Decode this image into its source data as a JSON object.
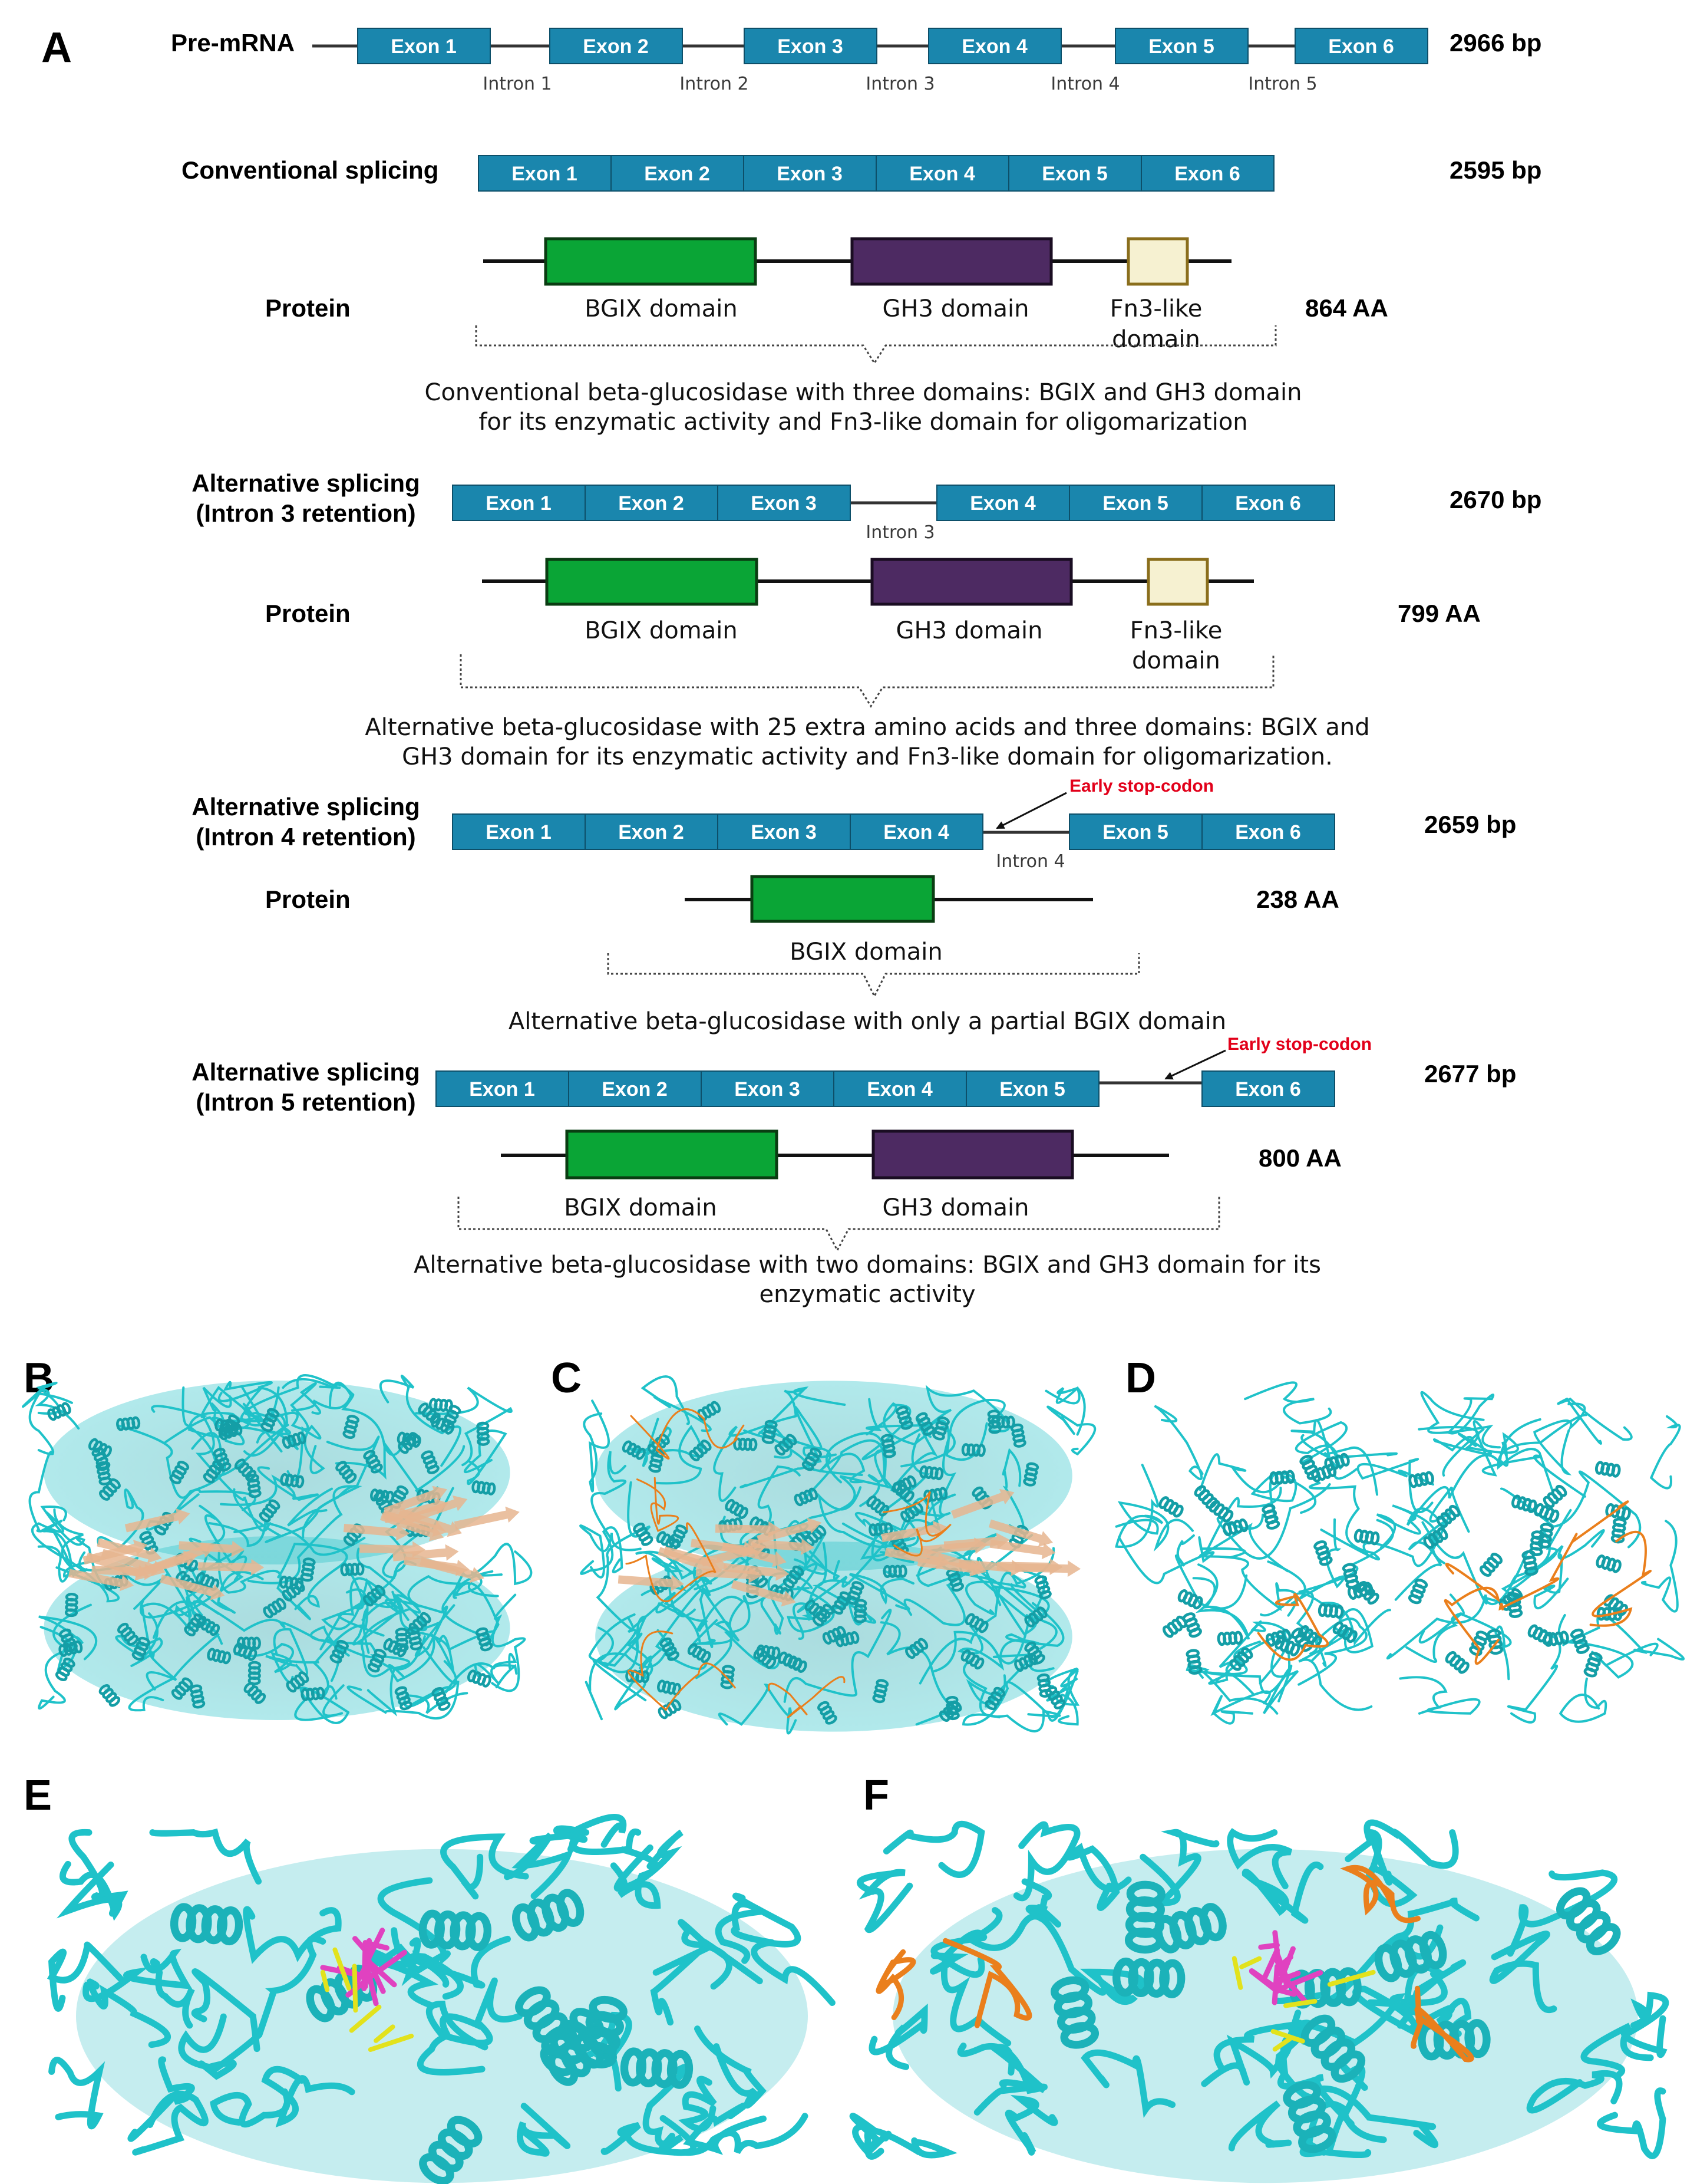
{
  "panel_letters": {
    "a": "A",
    "b": "B",
    "c": "C",
    "d": "D",
    "e": "E",
    "f": "F"
  },
  "premrna": {
    "label": "Pre-mRNA",
    "size": "2966 bp",
    "exons": [
      "Exon 1",
      "Exon 2",
      "Exon 3",
      "Exon 4",
      "Exon 5",
      "Exon 6"
    ],
    "introns": [
      "Intron 1",
      "Intron 2",
      "Intron 3",
      "Intron 4",
      "Intron 5"
    ]
  },
  "conventional": {
    "label": "Conventional splicing",
    "size": "2595 bp",
    "exons": [
      "Exon 1",
      "Exon 2",
      "Exon 3",
      "Exon 4",
      "Exon 5",
      "Exon 6"
    ],
    "protein_label": "Protein",
    "aa": "864 AA",
    "domains": [
      "BGIX domain",
      "GH3 domain",
      "Fn3-like",
      "domain"
    ],
    "desc": [
      "Conventional beta-glucosidase with three domains: BGIX and GH3 domain",
      "for its enzymatic activity and Fn3-like domain for oligomarization"
    ]
  },
  "intron3": {
    "label": [
      "Alternative splicing",
      "(Intron 3 retention)"
    ],
    "size": "2670 bp",
    "exons": [
      "Exon 1",
      "Exon 2",
      "Exon 3",
      "Exon 4",
      "Exon 5",
      "Exon 6"
    ],
    "intron": "Intron 3",
    "protein_label": "Protein",
    "aa": "799 AA",
    "domains": [
      "BGIX domain",
      "GH3 domain",
      "Fn3-like",
      "domain"
    ],
    "desc": [
      "Alternative beta-glucosidase with 25 extra amino acids and three domains: BGIX and",
      "GH3 domain for its enzymatic activity and Fn3-like domain for oligomarization."
    ]
  },
  "intron4": {
    "label": [
      "Alternative splicing",
      "(Intron 4 retention)"
    ],
    "size": "2659 bp",
    "exons": [
      "Exon 1",
      "Exon 2",
      "Exon 3",
      "Exon 4",
      "Exon 5",
      "Exon 6"
    ],
    "intron": "Intron 4",
    "stop": "Early stop-codon",
    "protein_label": "Protein",
    "aa": "238 AA",
    "domains": [
      "BGIX domain"
    ],
    "desc": [
      "Alternative beta-glucosidase with only a partial BGIX domain"
    ]
  },
  "intron5": {
    "label": [
      "Alternative splicing",
      "(Intron 5 retention)"
    ],
    "size": "2677 bp",
    "exons": [
      "Exon 1",
      "Exon 2",
      "Exon 3",
      "Exon 4",
      "Exon 5",
      "Exon 6"
    ],
    "stop": "Early stop-codon",
    "aa": "800 AA",
    "domains": [
      "BGIX domain",
      "GH3 domain"
    ],
    "desc": [
      "Alternative beta-glucosidase with two domains: BGIX and GH3 domain for its",
      "enzymatic activity"
    ]
  },
  "colors": {
    "exon": "#1a86ad",
    "bgix": "#0aa536",
    "gh3": "#4d2a62",
    "fn3": "#f6f1d1",
    "stop_codon_text": "#e2001a",
    "protein_cartoon": "#1fc2c9",
    "fn3_strands": "#e6b58f",
    "extra_loops": "#ea7f1c",
    "ligand": "#e042c0",
    "residues": "#e2e21c"
  }
}
